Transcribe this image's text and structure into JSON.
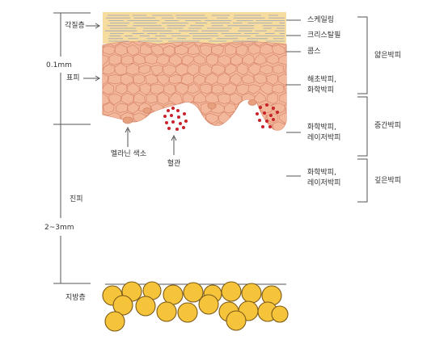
{
  "left_labels": {
    "stratum_corneum": "각질층",
    "epidermis": "표피",
    "dermis": "진피",
    "subcutaneous": "지방층",
    "thickness_epidermis": "0.1mm",
    "thickness_dermis": "2~3mm"
  },
  "bottom_labels": {
    "melanin": "멜라닌 색소",
    "blood_vessel": "혈관"
  },
  "procedures": [
    {
      "lines": [
        "스케일링"
      ]
    },
    {
      "lines": [
        "크리스탈필"
      ]
    },
    {
      "lines": [
        "콤스"
      ]
    },
    {
      "lines": [
        "해초박피,",
        "화학박피"
      ]
    },
    {
      "lines": [
        "화학박피,",
        "레이저박피"
      ]
    },
    {
      "lines": [
        "화학박피,",
        "레이저박피"
      ]
    }
  ],
  "depth_groups": {
    "superficial": "얇은박피",
    "medium": "중간박피",
    "deep": "깊은박피"
  },
  "colors": {
    "corneum": "#f7dca0",
    "corneum_lines": "#9aa3b8",
    "epidermis_fill": "#f3b89c",
    "cell_stroke": "#d7866a",
    "melanin": "#e6a07e",
    "blood": "#c8232a",
    "fat_fill": "#f6c43a",
    "fat_stroke": "#7a5a18",
    "line": "#555555",
    "text": "#333333"
  }
}
